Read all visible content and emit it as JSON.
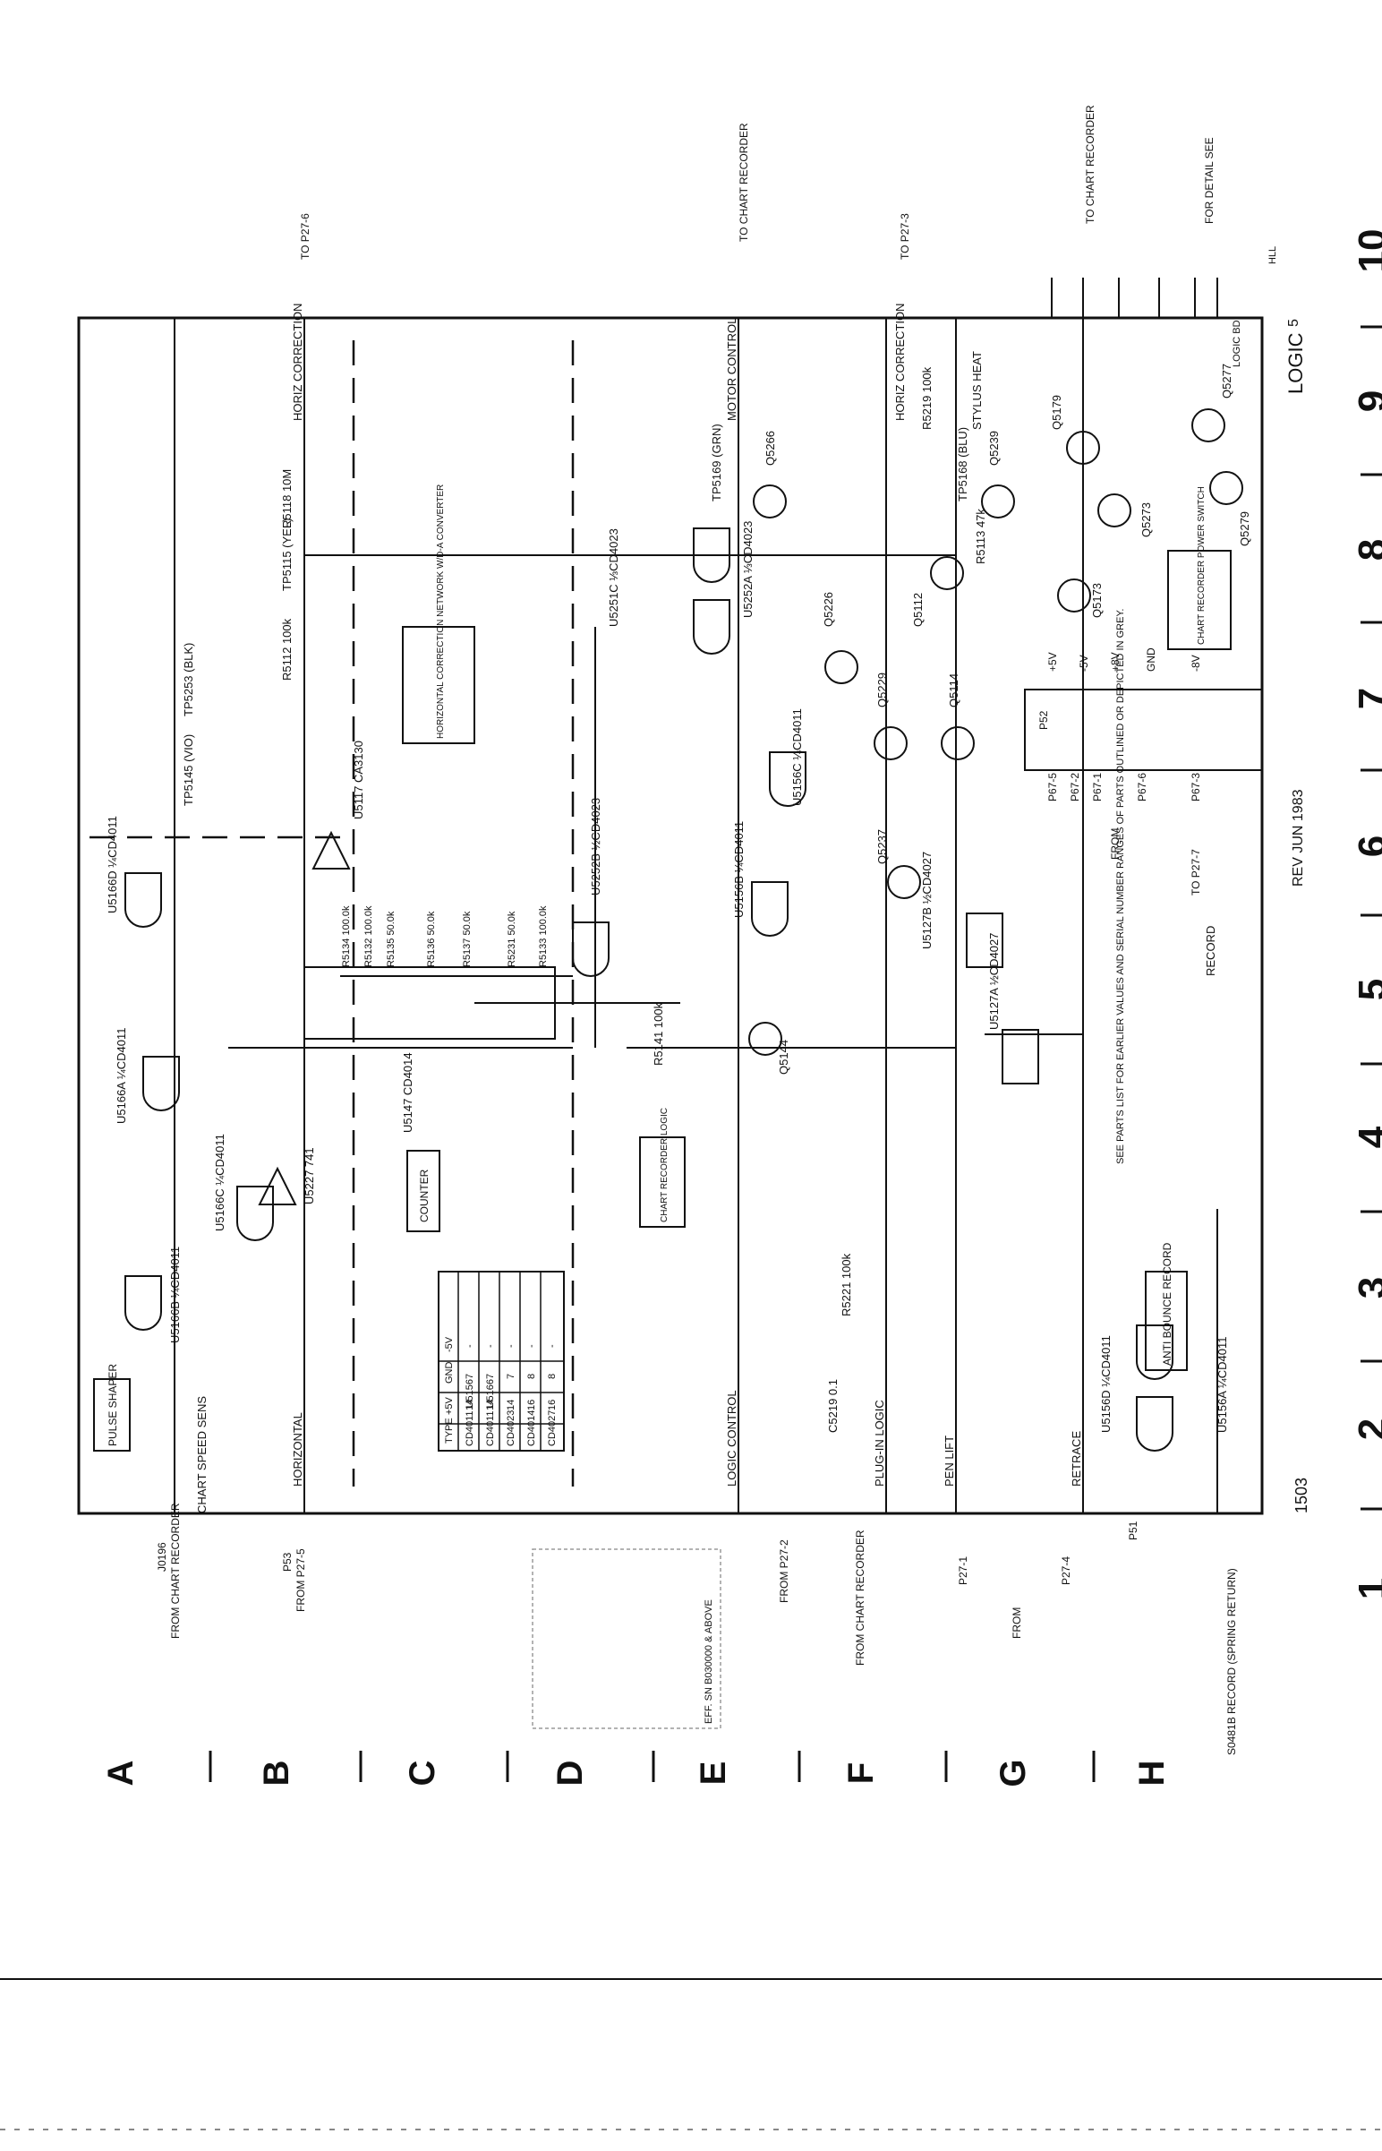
{
  "sheet": {
    "title": "LOGIC",
    "title_marker": "5",
    "board_label": "LOGIC BD.",
    "revision": "REV JUN 1983",
    "sheet_number": "1503",
    "initials": "HLL"
  },
  "grid": {
    "numbers": [
      "1",
      "2",
      "3",
      "4",
      "5",
      "6",
      "7",
      "8",
      "9",
      "10"
    ],
    "letters": [
      "A",
      "B",
      "C",
      "D",
      "E",
      "F",
      "G",
      "H"
    ]
  },
  "blocks": {
    "pulse_shaper": "PULSE SHAPER",
    "counter": "COUNTER",
    "horiz_network": "HORIZONTAL CORRECTION NETWORK W/D-A CONVERTER",
    "chart_recorder_logic": "CHART RECORDER LOGIC",
    "antibounce": "ANTI BOUNCE RECORD",
    "chart_power_switch": "CHART RECORDER POWER SWITCH"
  },
  "signals": {
    "horiz_correction": "HORIZ CORRECTION",
    "horizontal": "HORIZONTAL",
    "logic_control": "LOGIC CONTROL",
    "plug_in_logic": "PLUG-IN LOGIC",
    "pen_lift": "PEN LIFT",
    "retrace": "RETRACE",
    "record": "RECORD",
    "motor_control": "MOTOR CONTROL",
    "stylus_heat": "STYLUS HEAT",
    "chart_speed_sens": "CHART SPEED SENS",
    "plus5": "+5V",
    "minus5": "-5V",
    "plus8": "+8V",
    "minus8": "-8V",
    "gnd": "GND"
  },
  "connectors": {
    "from_chart_recorder": "FROM CHART RECORDER",
    "to_chart_recorder": "TO CHART RECORDER",
    "from_p27_5": "FROM P27-5",
    "from_p27_2": "FROM P27-2",
    "to_p27_6": "TO P27-6",
    "to_p27_3": "TO P27-3",
    "to_p27_7": "TO P27-7",
    "p27_1": "P27-1",
    "p27_4": "P27-4",
    "from": "FROM",
    "for_detail": "FOR DETAIL SEE",
    "j0196": "J0196",
    "p53": "P53",
    "p52": "P52",
    "p51": "P51",
    "switch": "S0481B RECORD (SPRING RETURN)",
    "from_list": [
      "P67-5",
      "P67-2",
      "P67-1",
      "P67-6",
      "P67-3"
    ]
  },
  "components": {
    "u5166a": "U5166A ¼CD4011",
    "u5166b": "U5166B ¼CD4011",
    "u5166c": "U5166C ¼CD4011",
    "u5166d": "U5166D ¼CD4011",
    "u5227": "U5227 741",
    "u5147": "U5147 CD4014",
    "u5117": "U5117 CA3130",
    "u5252b": "U5252B ½CD4023",
    "u5252a": "U5252A ⅓CD4023",
    "u5251c": "U5251C ⅓CD4023",
    "u5156b": "U5156B ¼CD4011",
    "u5156c": "U5156C ¼CD4011",
    "u5127a": "U5127A ½CD4027",
    "u5127b": "U5127B ½CD4027",
    "u5156d": "U5156D ¼CD4011",
    "u5156a": "U5156A ¼CD4011",
    "q5144": "Q5144",
    "q5226": "Q5226",
    "q5229": "Q5229",
    "q5237": "Q5237",
    "q5114": "Q5114",
    "q5112": "Q5112",
    "q5239": "Q5239",
    "q5266": "Q5266",
    "q5173": "Q5173",
    "q5179": "Q5179",
    "q5273": "Q5273",
    "q5277": "Q5277",
    "q5279": "Q5279",
    "r5118": "R5118 10M",
    "r5112": "R5112 100k",
    "r5113": "R5113 47k",
    "r5219": "R5219 100k",
    "r5141": "R5141 100k",
    "r5221": "R5221 100k",
    "tp5253": "TP5253 (BLK)",
    "tp5115": "TP5115 (YEL)",
    "tp5145": "TP5145 (VIO)",
    "tp5169": "TP5169 (GRN)",
    "tp5168": "TP5168 (BLU)",
    "c5219": "C5219 0.1"
  },
  "resistor_ladder": [
    "R5134 100.0k",
    "R5132 100.0k",
    "R5135 50.0k",
    "R5136 50.0k",
    "R5137 50.0k",
    "R5231 50.0k",
    "R5133 100.0k"
  ],
  "ic_table": {
    "headers": [
      "TYPE",
      "+5V",
      "GND",
      "-5V"
    ],
    "rows": [
      [
        "CD4011 U5156",
        "14",
        "7",
        "-"
      ],
      [
        "CD4011 U5166",
        "14",
        "7",
        "-"
      ],
      [
        "CD4023",
        "14",
        "7",
        "-"
      ],
      [
        "CD4014",
        "16",
        "8",
        "-"
      ],
      [
        "CD4027",
        "16",
        "8",
        "-"
      ]
    ]
  },
  "notes": {
    "parts": "SEE PARTS LIST FOR EARLIER VALUES AND SERIAL NUMBER RANGES OF PARTS OUTLINED OR DEPICTED IN GREY.",
    "grey_box": "EFF. SN B030000 & ABOVE"
  }
}
